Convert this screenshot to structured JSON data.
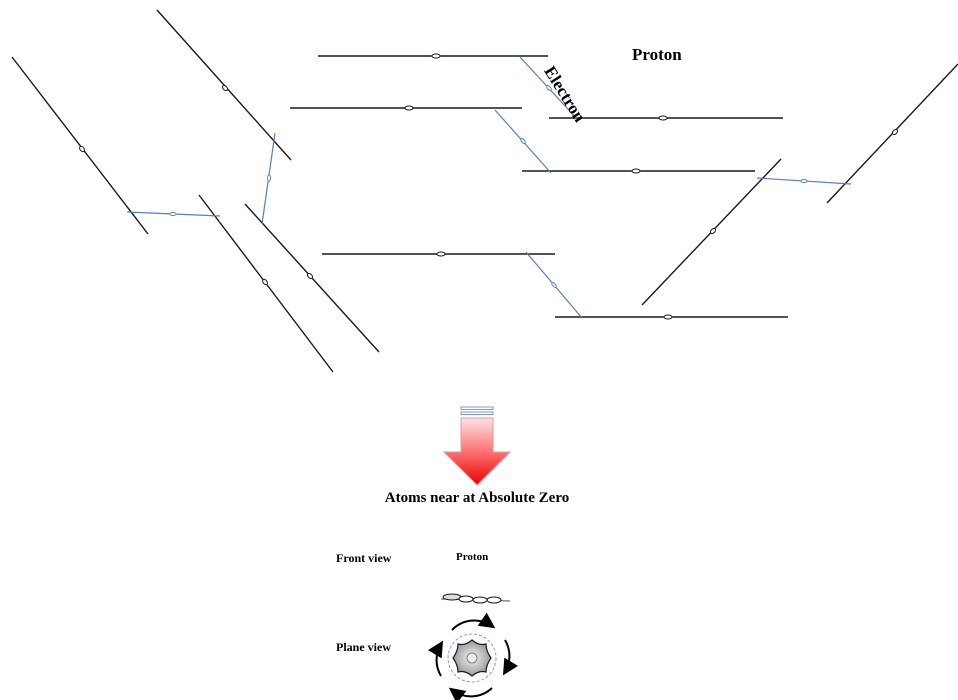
{
  "labels": {
    "electron": "Electron",
    "proton_top": "Proton",
    "title": "Atoms near at Absolute Zero",
    "front_view": "Front view",
    "proton_small": "Proton",
    "plane_view": "Plane view"
  },
  "colors": {
    "proton_line": "#1a1a1a",
    "electron_link": "#5b7fb5",
    "arrow_top": "#ffd6d6",
    "arrow_bottom": "#e60000",
    "arrow_band": "#7f9bd0"
  },
  "icons": {
    "down_arrow": "down-arrow-icon",
    "rotation_arrows": "rotation-arrows-icon"
  }
}
